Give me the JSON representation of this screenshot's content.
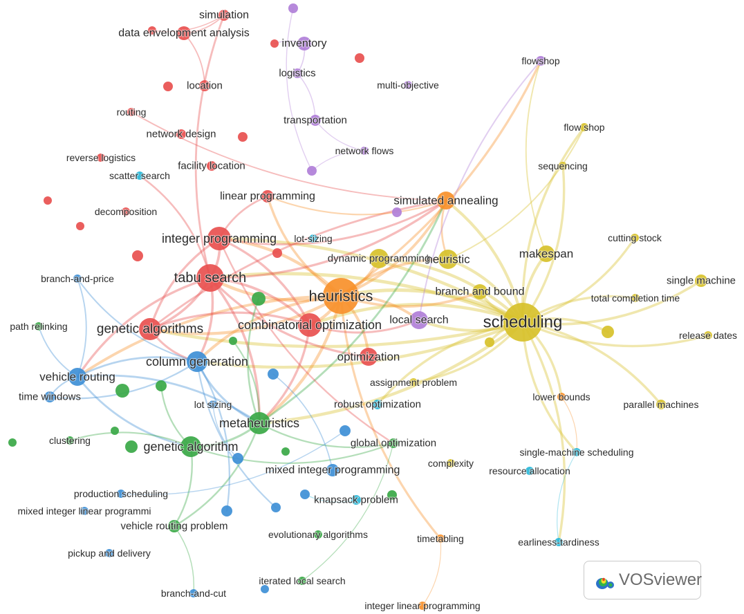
{
  "colors": {
    "red": "#e8504f",
    "yellow": "#d7c12a",
    "green": "#3aa846",
    "blue": "#3e8fd6",
    "purple": "#b07fd8",
    "orange": "#f7902a",
    "cyan": "#29b7d8"
  },
  "nodes": [
    {
      "id": "simulation",
      "label": "simulation",
      "cluster": "red"
    },
    {
      "id": "dea",
      "label": "data envelopment analysis",
      "cluster": "red"
    },
    {
      "id": "location",
      "label": "location",
      "cluster": "red"
    },
    {
      "id": "routing",
      "label": "routing",
      "cluster": "red"
    },
    {
      "id": "network_design",
      "label": "network design",
      "cluster": "red"
    },
    {
      "id": "reverse_logistics",
      "label": "reverse logistics",
      "cluster": "red"
    },
    {
      "id": "facility_location",
      "label": "facility location",
      "cluster": "red"
    },
    {
      "id": "decomposition",
      "label": "decomposition",
      "cluster": "red"
    },
    {
      "id": "linear_programming",
      "label": "linear programming",
      "cluster": "red"
    },
    {
      "id": "integer_programming",
      "label": "integer programming",
      "cluster": "red"
    },
    {
      "id": "tabu_search",
      "label": "tabu search",
      "cluster": "red"
    },
    {
      "id": "genetic_algorithms",
      "label": "genetic algorithms",
      "cluster": "red"
    },
    {
      "id": "combinatorial_optimization",
      "label": "combinatorial optimization",
      "cluster": "red"
    },
    {
      "id": "optimization",
      "label": "optimization",
      "cluster": "red"
    },
    {
      "id": "r1",
      "label": "",
      "cluster": "red"
    },
    {
      "id": "r2",
      "label": "",
      "cluster": "red"
    },
    {
      "id": "r3",
      "label": "",
      "cluster": "red"
    },
    {
      "id": "r4",
      "label": "",
      "cluster": "red"
    },
    {
      "id": "r5",
      "label": "",
      "cluster": "red"
    },
    {
      "id": "r6",
      "label": "",
      "cluster": "red"
    },
    {
      "id": "r7",
      "label": "",
      "cluster": "red"
    },
    {
      "id": "r8",
      "label": "",
      "cluster": "red"
    },
    {
      "id": "r9",
      "label": "",
      "cluster": "red"
    },
    {
      "id": "inventory",
      "label": "inventory",
      "cluster": "purple"
    },
    {
      "id": "logistics",
      "label": "logistics",
      "cluster": "purple"
    },
    {
      "id": "multi_objective",
      "label": "multi-objective",
      "cluster": "purple"
    },
    {
      "id": "transportation",
      "label": "transportation",
      "cluster": "purple"
    },
    {
      "id": "network_flows",
      "label": "network flows",
      "cluster": "purple"
    },
    {
      "id": "local_search",
      "label": "local search",
      "cluster": "purple"
    },
    {
      "id": "flowshop",
      "label": "flowshop",
      "cluster": "purple"
    },
    {
      "id": "p1",
      "label": "",
      "cluster": "purple"
    },
    {
      "id": "p2",
      "label": "",
      "cluster": "purple"
    },
    {
      "id": "p3",
      "label": "",
      "cluster": "purple"
    },
    {
      "id": "heuristics",
      "label": "heuristics",
      "cluster": "orange"
    },
    {
      "id": "simulated_annealing",
      "label": "simulated annealing",
      "cluster": "orange"
    },
    {
      "id": "lower_bounds",
      "label": "lower bounds",
      "cluster": "orange"
    },
    {
      "id": "timetabling",
      "label": "timetabling",
      "cluster": "orange"
    },
    {
      "id": "integer_linear_programming",
      "label": "integer linear programming",
      "cluster": "orange"
    },
    {
      "id": "scheduling",
      "label": "scheduling",
      "cluster": "yellow"
    },
    {
      "id": "makespan",
      "label": "makespan",
      "cluster": "yellow"
    },
    {
      "id": "heuristic",
      "label": "heuristic",
      "cluster": "yellow"
    },
    {
      "id": "dynamic_programming",
      "label": "dynamic programming",
      "cluster": "yellow"
    },
    {
      "id": "branch_and_bound",
      "label": "branch and bound",
      "cluster": "yellow"
    },
    {
      "id": "flow_shop",
      "label": "flow shop",
      "cluster": "yellow"
    },
    {
      "id": "sequencing",
      "label": "sequencing",
      "cluster": "yellow"
    },
    {
      "id": "cutting_stock",
      "label": "cutting stock",
      "cluster": "yellow"
    },
    {
      "id": "single_machine",
      "label": "single machine",
      "cluster": "yellow"
    },
    {
      "id": "total_completion_time",
      "label": "total completion time",
      "cluster": "yellow"
    },
    {
      "id": "release_dates",
      "label": "release dates",
      "cluster": "yellow"
    },
    {
      "id": "parallel_machines",
      "label": "parallel machines",
      "cluster": "yellow"
    },
    {
      "id": "assignment_problem",
      "label": "assignment problem",
      "cluster": "yellow"
    },
    {
      "id": "complexity",
      "label": "complexity",
      "cluster": "yellow"
    },
    {
      "id": "y1",
      "label": "",
      "cluster": "yellow"
    },
    {
      "id": "y2",
      "label": "",
      "cluster": "yellow"
    },
    {
      "id": "column_generation",
      "label": "column generation",
      "cluster": "blue"
    },
    {
      "id": "branch_and_price",
      "label": "branch-and-price",
      "cluster": "blue"
    },
    {
      "id": "vehicle_routing",
      "label": "vehicle routing",
      "cluster": "blue"
    },
    {
      "id": "time_windows",
      "label": "time windows",
      "cluster": "blue"
    },
    {
      "id": "lot_sizing",
      "label": "lot sizing",
      "cluster": "blue"
    },
    {
      "id": "mixed_integer_programming",
      "label": "mixed integer programming",
      "cluster": "blue"
    },
    {
      "id": "production_scheduling",
      "label": "production scheduling",
      "cluster": "blue"
    },
    {
      "id": "milp",
      "label": "mixed integer linear programmi",
      "cluster": "blue"
    },
    {
      "id": "pickup_and_delivery",
      "label": "pickup and delivery",
      "cluster": "blue"
    },
    {
      "id": "branch_and_cut",
      "label": "branch-and-cut",
      "cluster": "blue"
    },
    {
      "id": "b1",
      "label": "",
      "cluster": "blue"
    },
    {
      "id": "b2",
      "label": "",
      "cluster": "blue"
    },
    {
      "id": "b3",
      "label": "",
      "cluster": "blue"
    },
    {
      "id": "b4",
      "label": "",
      "cluster": "blue"
    },
    {
      "id": "b5",
      "label": "",
      "cluster": "blue"
    },
    {
      "id": "b6",
      "label": "",
      "cluster": "blue"
    },
    {
      "id": "b7",
      "label": "",
      "cluster": "blue"
    },
    {
      "id": "metaheuristics",
      "label": "metaheuristics",
      "cluster": "green"
    },
    {
      "id": "genetic_algorithm",
      "label": "genetic algorithm",
      "cluster": "green"
    },
    {
      "id": "path_relinking",
      "label": "path relinking",
      "cluster": "green"
    },
    {
      "id": "clustering",
      "label": "clustering",
      "cluster": "green"
    },
    {
      "id": "vehicle_routing_problem",
      "label": "vehicle routing problem",
      "cluster": "green"
    },
    {
      "id": "evolutionary_algorithms",
      "label": "evolutionary algorithms",
      "cluster": "green"
    },
    {
      "id": "iterated_local_search",
      "label": "iterated local search",
      "cluster": "green"
    },
    {
      "id": "global_optimization",
      "label": "global optimization",
      "cluster": "green"
    },
    {
      "id": "g1",
      "label": "",
      "cluster": "green"
    },
    {
      "id": "g2",
      "label": "",
      "cluster": "green"
    },
    {
      "id": "g3",
      "label": "",
      "cluster": "green"
    },
    {
      "id": "g4",
      "label": "",
      "cluster": "green"
    },
    {
      "id": "g5",
      "label": "",
      "cluster": "green"
    },
    {
      "id": "g6",
      "label": "",
      "cluster": "green"
    },
    {
      "id": "g7",
      "label": "",
      "cluster": "green"
    },
    {
      "id": "g8",
      "label": "",
      "cluster": "green"
    },
    {
      "id": "g9",
      "label": "",
      "cluster": "green"
    },
    {
      "id": "scatter_search",
      "label": "scatter search",
      "cluster": "cyan"
    },
    {
      "id": "lot_sizing_dash",
      "label": "lot-sizing",
      "cluster": "cyan"
    },
    {
      "id": "robust_optimization",
      "label": "robust optimization",
      "cluster": "cyan"
    },
    {
      "id": "knapsack_problem",
      "label": "knapsack problem",
      "cluster": "cyan"
    },
    {
      "id": "single_machine_scheduling",
      "label": "single-machine scheduling",
      "cluster": "cyan"
    },
    {
      "id": "resource_allocation",
      "label": "resource allocation",
      "cluster": "cyan"
    },
    {
      "id": "earliness_tardiness",
      "label": "earliness-tardiness",
      "cluster": "cyan"
    }
  ],
  "edges": [
    [
      "scheduling",
      "heuristics"
    ],
    [
      "scheduling",
      "makespan"
    ],
    [
      "scheduling",
      "heuristic"
    ],
    [
      "scheduling",
      "branch_and_bound"
    ],
    [
      "scheduling",
      "single_machine"
    ],
    [
      "scheduling",
      "total_completion_time"
    ],
    [
      "scheduling",
      "release_dates"
    ],
    [
      "scheduling",
      "parallel_machines"
    ],
    [
      "scheduling",
      "sequencing"
    ],
    [
      "scheduling",
      "flow_shop"
    ],
    [
      "scheduling",
      "cutting_stock"
    ],
    [
      "scheduling",
      "local_search"
    ],
    [
      "scheduling",
      "tabu_search"
    ],
    [
      "scheduling",
      "genetic_algorithms"
    ],
    [
      "scheduling",
      "simulated_annealing"
    ],
    [
      "scheduling",
      "metaheuristics"
    ],
    [
      "scheduling",
      "integer_programming"
    ],
    [
      "scheduling",
      "lower_bounds"
    ],
    [
      "scheduling",
      "single_machine_scheduling"
    ],
    [
      "scheduling",
      "earliness_tardiness"
    ],
    [
      "scheduling",
      "dynamic_programming"
    ],
    [
      "scheduling",
      "column_generation"
    ],
    [
      "scheduling",
      "combinatorial_optimization"
    ],
    [
      "scheduling",
      "y1"
    ],
    [
      "scheduling",
      "y2"
    ],
    [
      "scheduling",
      "assignment_problem"
    ],
    [
      "scheduling",
      "robust_optimization"
    ],
    [
      "heuristics",
      "tabu_search"
    ],
    [
      "heuristics",
      "simulated_annealing"
    ],
    [
      "heuristics",
      "genetic_algorithms"
    ],
    [
      "heuristics",
      "integer_programming"
    ],
    [
      "heuristics",
      "combinatorial_optimization"
    ],
    [
      "heuristics",
      "column_generation"
    ],
    [
      "heuristics",
      "metaheuristics"
    ],
    [
      "heuristics",
      "dynamic_programming"
    ],
    [
      "heuristics",
      "local_search"
    ],
    [
      "heuristics",
      "flowshop"
    ],
    [
      "heuristics",
      "linear_programming"
    ],
    [
      "heuristics",
      "vehicle_routing"
    ],
    [
      "heuristics",
      "optimization"
    ],
    [
      "heuristics",
      "timetabling"
    ],
    [
      "heuristics",
      "heuristic"
    ],
    [
      "heuristics",
      "branch_and_bound"
    ],
    [
      "tabu_search",
      "genetic_algorithms"
    ],
    [
      "tabu_search",
      "simulated_annealing"
    ],
    [
      "tabu_search",
      "combinatorial_optimization"
    ],
    [
      "tabu_search",
      "vehicle_routing"
    ],
    [
      "tabu_search",
      "column_generation"
    ],
    [
      "tabu_search",
      "integer_programming"
    ],
    [
      "tabu_search",
      "metaheuristics"
    ],
    [
      "tabu_search",
      "scatter_search"
    ],
    [
      "tabu_search",
      "simulation"
    ],
    [
      "tabu_search",
      "optimization"
    ],
    [
      "integer_programming",
      "linear_programming"
    ],
    [
      "integer_programming",
      "genetic_algorithms"
    ],
    [
      "integer_programming",
      "combinatorial_optimization"
    ],
    [
      "integer_programming",
      "simulated_annealing"
    ],
    [
      "genetic_algorithms",
      "combinatorial_optimization"
    ],
    [
      "genetic_algorithms",
      "column_generation"
    ],
    [
      "genetic_algorithms",
      "simulated_annealing"
    ],
    [
      "combinatorial_optimization",
      "local_search"
    ],
    [
      "combinatorial_optimization",
      "metaheuristics"
    ],
    [
      "column_generation",
      "vehicle_routing"
    ],
    [
      "column_generation",
      "branch_and_price"
    ],
    [
      "column_generation",
      "metaheuristics"
    ],
    [
      "column_generation",
      "time_windows"
    ],
    [
      "vehicle_routing",
      "time_windows"
    ],
    [
      "vehicle_routing",
      "metaheuristics"
    ],
    [
      "vehicle_routing",
      "genetic_algorithm"
    ],
    [
      "vehicle_routing",
      "path_relinking"
    ],
    [
      "vehicle_routing",
      "branch_and_price"
    ],
    [
      "metaheuristics",
      "genetic_algorithm"
    ],
    [
      "metaheuristics",
      "global_optimization"
    ],
    [
      "metaheuristics",
      "vehicle_routing_problem"
    ],
    [
      "metaheuristics",
      "simulated_annealing"
    ],
    [
      "metaheuristics",
      "g1"
    ],
    [
      "metaheuristics",
      "g2"
    ],
    [
      "genetic_algorithm",
      "vehicle_routing_problem"
    ],
    [
      "genetic_algorithm",
      "clustering"
    ],
    [
      "genetic_algorithm",
      "g3"
    ],
    [
      "genetic_algorithm",
      "global_optimization"
    ],
    [
      "vehicle_routing_problem",
      "branch_and_cut"
    ],
    [
      "simulated_annealing",
      "heuristic"
    ],
    [
      "simulated_annealing",
      "linear_programming"
    ],
    [
      "logistics",
      "inventory"
    ],
    [
      "logistics",
      "transportation"
    ],
    [
      "transportation",
      "network_flows"
    ],
    [
      "local_search",
      "flowshop"
    ],
    [
      "p1",
      "p2"
    ],
    [
      "p2",
      "network_flows"
    ],
    [
      "dea",
      "simulation"
    ],
    [
      "dea",
      "location"
    ],
    [
      "routing",
      "simulated_annealing"
    ],
    [
      "simulation",
      "r1"
    ],
    [
      "inventory",
      "r2"
    ],
    [
      "makespan",
      "flowshop"
    ],
    [
      "heuristic",
      "flow_shop"
    ],
    [
      "lower_bounds",
      "single_machine_scheduling"
    ],
    [
      "single_machine_scheduling",
      "earliness_tardiness"
    ],
    [
      "timetabling",
      "integer_linear_programming"
    ],
    [
      "integer_programming",
      "global_optimization"
    ],
    [
      "global_optimization",
      "iterated_local_search"
    ],
    [
      "mixed_integer_programming",
      "b1"
    ],
    [
      "knapsack_problem",
      "b2"
    ],
    [
      "lot_sizing",
      "b3"
    ],
    [
      "column_generation",
      "b4"
    ],
    [
      "column_generation",
      "b5"
    ],
    [
      "b6",
      "production_scheduling"
    ]
  ],
  "legend": {
    "logo_text": "VOSviewer"
  }
}
